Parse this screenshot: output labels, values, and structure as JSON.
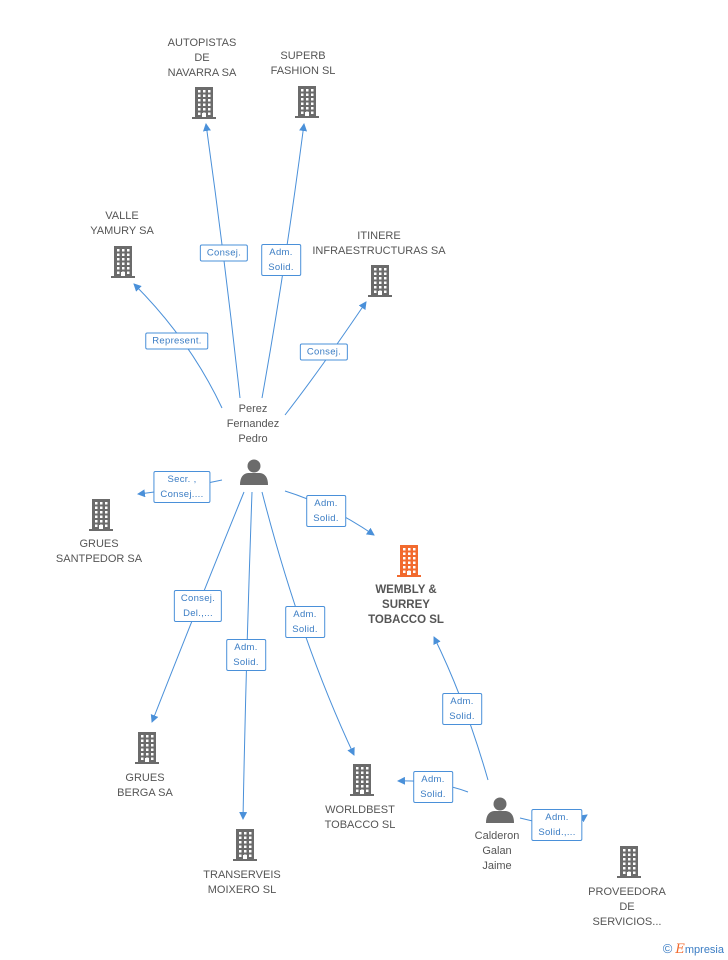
{
  "nodes": [
    {
      "id": "autopistas",
      "type": "company",
      "label": "AUTOPISTAS\nDE\nNAVARRA SA",
      "highlight": false
    },
    {
      "id": "superb",
      "type": "company",
      "label": "SUPERB\nFASHION SL",
      "highlight": false
    },
    {
      "id": "valle",
      "type": "company",
      "label": "VALLE\nYAMURY SA",
      "highlight": false
    },
    {
      "id": "itinere",
      "type": "company",
      "label": "ITINERE\nINFRAESTRUCTURAS SA",
      "highlight": false
    },
    {
      "id": "perez",
      "type": "person",
      "label": "Perez\nFernandez\nPedro",
      "highlight": false
    },
    {
      "id": "grues_sant",
      "type": "company",
      "label": "GRUES\nSANTPEDOR SA",
      "highlight": false
    },
    {
      "id": "wembly",
      "type": "company",
      "label": "WEMBLY &\nSURREY\nTOBACCO  SL",
      "highlight": true
    },
    {
      "id": "grues_berga",
      "type": "company",
      "label": "GRUES\nBERGA SA",
      "highlight": false
    },
    {
      "id": "worldbest",
      "type": "company",
      "label": "WORLDBEST\nTOBACCO  SL",
      "highlight": false
    },
    {
      "id": "calderon",
      "type": "person",
      "label": "Calderon\nGalan\nJaime",
      "highlight": false
    },
    {
      "id": "transerveis",
      "type": "company",
      "label": "TRANSERVEIS\nMOIXERO SL",
      "highlight": false
    },
    {
      "id": "proveedora",
      "type": "company",
      "label": "PROVEEDORA\nDE\nSERVICIOS...",
      "highlight": false
    }
  ],
  "edges": [
    {
      "from": "perez",
      "to": "autopistas",
      "label": "Consej."
    },
    {
      "from": "perez",
      "to": "superb",
      "label": "Adm.\nSolid."
    },
    {
      "from": "perez",
      "to": "valle",
      "label": "Represent."
    },
    {
      "from": "perez",
      "to": "itinere",
      "label": "Consej."
    },
    {
      "from": "perez",
      "to": "grues_sant",
      "label": "Secr. ,\nConsej...."
    },
    {
      "from": "perez",
      "to": "wembly",
      "label": "Adm.\nSolid."
    },
    {
      "from": "perez",
      "to": "grues_berga",
      "label": "Consej.\nDel.,..."
    },
    {
      "from": "perez",
      "to": "transerveis",
      "label": "Adm.\nSolid."
    },
    {
      "from": "perez",
      "to": "worldbest",
      "label": "Adm.\nSolid."
    },
    {
      "from": "calderon",
      "to": "wembly",
      "label": "Adm.\nSolid."
    },
    {
      "from": "calderon",
      "to": "worldbest",
      "label": "Adm.\nSolid."
    },
    {
      "from": "calderon",
      "to": "proveedora",
      "label": "Adm.\nSolid.,..."
    }
  ],
  "colors": {
    "edge": "#4a90d9",
    "icon": "#6b6b6b",
    "highlight_icon": "#f26a2e",
    "label_text": "#555555"
  },
  "icons": {
    "company": "building-icon",
    "person": "person-icon"
  },
  "brand": {
    "copyright": "©",
    "name_initial": "E",
    "name_rest": "mpresia"
  }
}
